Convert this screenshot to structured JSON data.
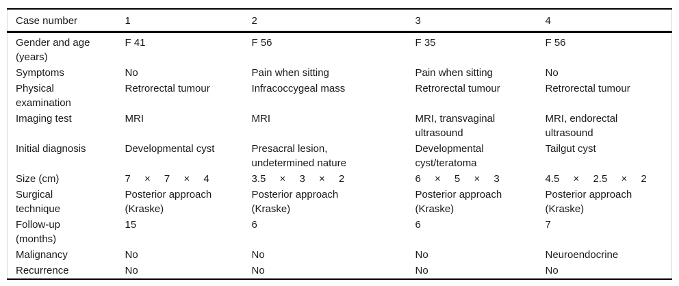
{
  "colors": {
    "text": "#1a1a1a",
    "rule": "#000000",
    "frame": "#d9d9d9",
    "background": "#ffffff"
  },
  "table": {
    "header": {
      "label": "Case number",
      "cases": [
        "1",
        "2",
        "3",
        "4"
      ]
    },
    "rows": [
      {
        "label": "Gender and age\n(years)",
        "values": [
          "F 41",
          "F 56",
          "F 35",
          "F 56"
        ]
      },
      {
        "label": "Symptoms",
        "values": [
          "No",
          "Pain when sitting",
          "Pain when sitting",
          "No"
        ]
      },
      {
        "label": "Physical\nexamination",
        "values": [
          "Retrorectal tumour",
          "Infracoccygeal mass",
          "Retrorectal tumour",
          "Retrorectal tumour"
        ]
      },
      {
        "label": "Imaging test",
        "values": [
          "MRI",
          "MRI",
          "MRI, transvaginal\nultrasound",
          "MRI, endorectal\nultrasound"
        ]
      },
      {
        "label": "Initial diagnosis",
        "values": [
          "Developmental cyst",
          "Presacral lesion,\nundetermined nature",
          "Developmental\ncyst/teratoma",
          "Tailgut cyst"
        ]
      },
      {
        "label": "Size (cm)",
        "values": [
          "7 × 7 × 4",
          "3.5 × 3 × 2",
          "6 × 5 × 3",
          "4.5 × 2.5 × 2"
        ]
      },
      {
        "label": "Surgical\ntechnique",
        "values": [
          "Posterior approach\n(Kraske)",
          "Posterior approach\n(Kraske)",
          "Posterior approach\n(Kraske)",
          "Posterior approach\n(Kraske)"
        ]
      },
      {
        "label": "Follow-up\n(months)",
        "values": [
          "15",
          "6",
          "6",
          "7"
        ]
      },
      {
        "label": "Malignancy",
        "values": [
          "No",
          "No",
          "No",
          "Neuroendocrine"
        ]
      },
      {
        "label": "Recurrence",
        "values": [
          "No",
          "No",
          "No",
          "No"
        ]
      }
    ]
  }
}
